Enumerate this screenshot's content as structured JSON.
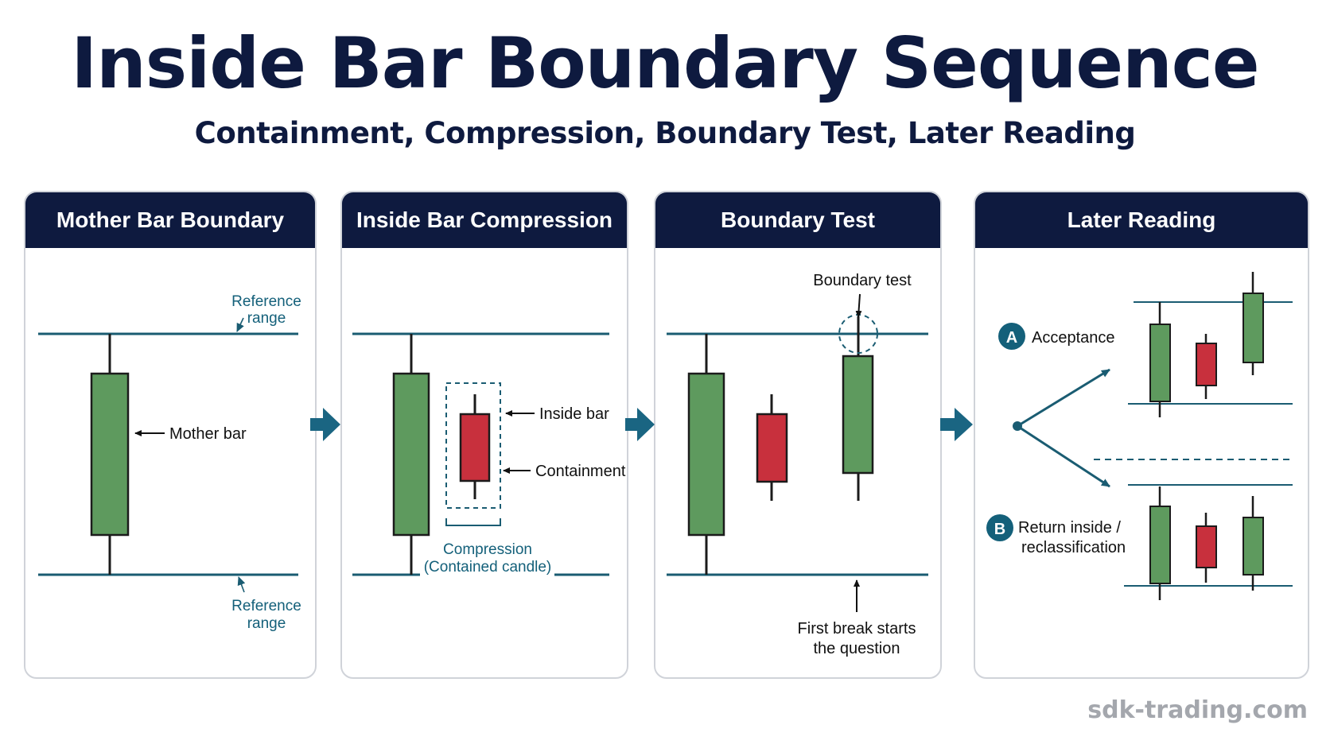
{
  "title": "Inside Bar Boundary Sequence",
  "subtitle": "Containment, Compression, Boundary Test, Later Reading",
  "panels": [
    {
      "header": "Mother Bar Boundary",
      "labels": {
        "reference_top_1": "Reference",
        "reference_top_2": "range",
        "mother_bar": "Mother bar",
        "reference_bottom_1": "Reference",
        "reference_bottom_2": "range"
      }
    },
    {
      "header": "Inside Bar Compression",
      "labels": {
        "inside_bar": "Inside bar",
        "containment": "Containment",
        "compression_1": "Compression",
        "compression_2": "(Contained candle)"
      }
    },
    {
      "header": "Boundary Test",
      "labels": {
        "boundary_test": "Boundary test",
        "first_break_1": "First break starts",
        "first_break_2": "the question"
      }
    },
    {
      "header": "Later Reading",
      "labels": {
        "badge_a": "A",
        "acceptance": "Acceptance",
        "badge_b": "B",
        "return_1": "Return inside /",
        "return_2": "reclassification"
      }
    }
  ],
  "watermark": "sdk-trading.com",
  "colors": {
    "navy": "#0e1a3f",
    "teal": "#14607a",
    "green": "#5e9a5e",
    "red": "#c8303d",
    "line": "#1a5c72"
  }
}
